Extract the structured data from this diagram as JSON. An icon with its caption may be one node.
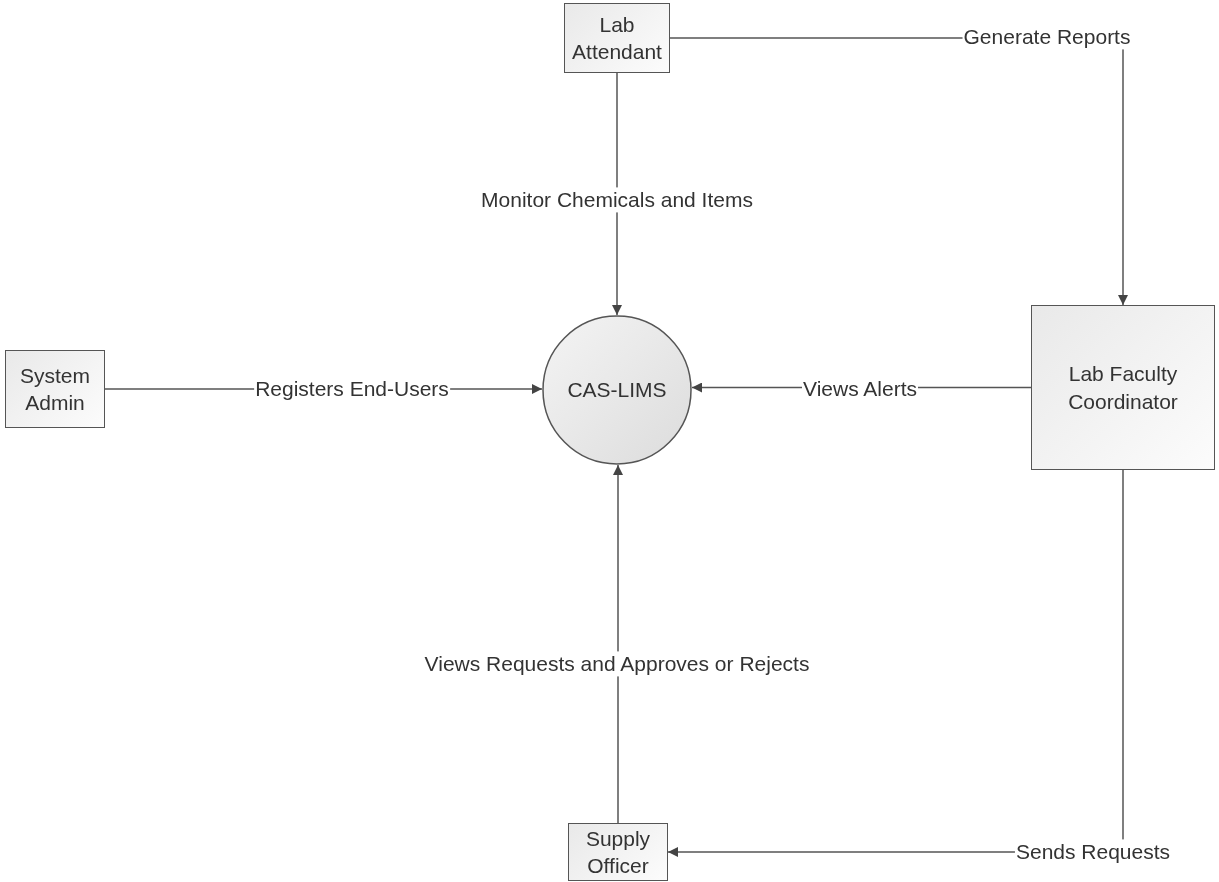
{
  "diagram": {
    "nodes": [
      {
        "text": [
          "Lab Attendant"
        ]
      },
      {
        "text": [
          "CAS-LIMS"
        ]
      },
      {
        "text": [
          "System Admin"
        ]
      },
      {
        "text": [
          "Lab Faculty Coordinator"
        ]
      },
      {
        "text": [
          "Supply Officer"
        ]
      }
    ],
    "edges": [
      {
        "from": 0,
        "to": 1,
        "arrow": "to",
        "label": "Monitor Chemicals and Items"
      },
      {
        "from": 0,
        "to": 3,
        "arrow": "to",
        "label": "Generate Reports"
      },
      {
        "from": 2,
        "to": 1,
        "arrow": "to",
        "label": "Registers End-Users"
      },
      {
        "from": 3,
        "to": 1,
        "arrow": "to",
        "label": "Views Alerts"
      },
      {
        "from": 4,
        "to": 1,
        "arrow": "to",
        "label": "Views Requests and Approves or Rejects"
      },
      {
        "from": 3,
        "to": 4,
        "arrow": "to",
        "label": "Sends Requests"
      }
    ]
  }
}
